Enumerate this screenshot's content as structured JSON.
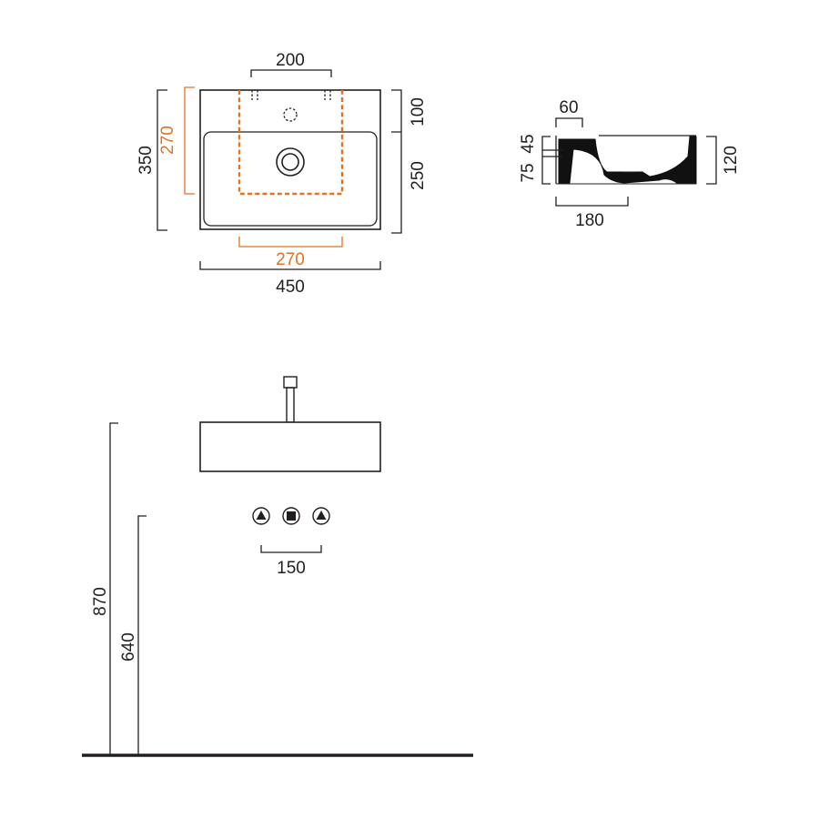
{
  "colors": {
    "line": "#231f20",
    "highlight": "#e37222",
    "background": "#ffffff"
  },
  "top_view": {
    "overall_width": "450",
    "overall_depth": "350",
    "tap_hole_spacing": "200",
    "back_ledge_depth": "100",
    "bowl_depth": "250",
    "bracket_zone_depth": "270",
    "bracket_zone_width": "270"
  },
  "side_view": {
    "rim_thickness": "60",
    "upper_offset": "45",
    "lower_offset": "75",
    "base_depth": "180",
    "total_height": "120"
  },
  "front_view": {
    "connection_spacing": "150",
    "top_height": "870",
    "connection_height": "640",
    "connection_icons": [
      "triangle-in-circle-icon",
      "square-in-circle-icon",
      "triangle-in-circle-icon"
    ]
  }
}
